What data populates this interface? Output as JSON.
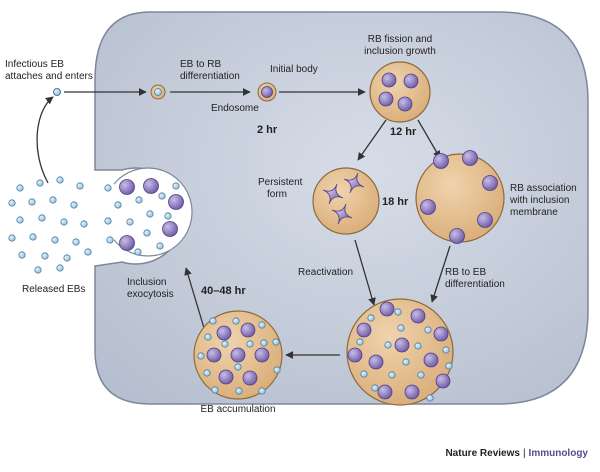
{
  "diagram": {
    "labels": {
      "infectious": [
        "Infectious EB",
        "attaches and enters"
      ],
      "eb_to_rb": [
        "EB to RB",
        "differentiation"
      ],
      "initial_body": "Initial body",
      "endosome": "Endosome",
      "time_2": "2 hr",
      "rb_fission": [
        "RB fission and",
        "inclusion growth"
      ],
      "time_12": "12 hr",
      "persistent": [
        "Persistent",
        "form"
      ],
      "time_18": "18 hr",
      "rb_assoc": [
        "RB association",
        "with inclusion",
        "membrane"
      ],
      "reactivation": "Reactivation",
      "rb_to_eb": [
        "RB to EB",
        "differentiation"
      ],
      "time_40": "40–48 hr",
      "exocytosis": [
        "Inclusion",
        "exocytosis"
      ],
      "released": "Released EBs",
      "eb_accum": "EB accumulation"
    },
    "colors": {
      "cell": "#c2c9d6",
      "cell_stroke": "#7d8799",
      "inclusion": "#e1b98a",
      "inclusion_stroke": "#8c6a3c",
      "rb": "#8f7cc0",
      "rb_stroke": "#4f3f86",
      "eb": "#a9cfe6",
      "eb_stroke": "#4c7da0",
      "arrow": "#333333"
    }
  },
  "credit": {
    "journal": "Nature Reviews",
    "separator": "|",
    "section": "Immunology"
  }
}
